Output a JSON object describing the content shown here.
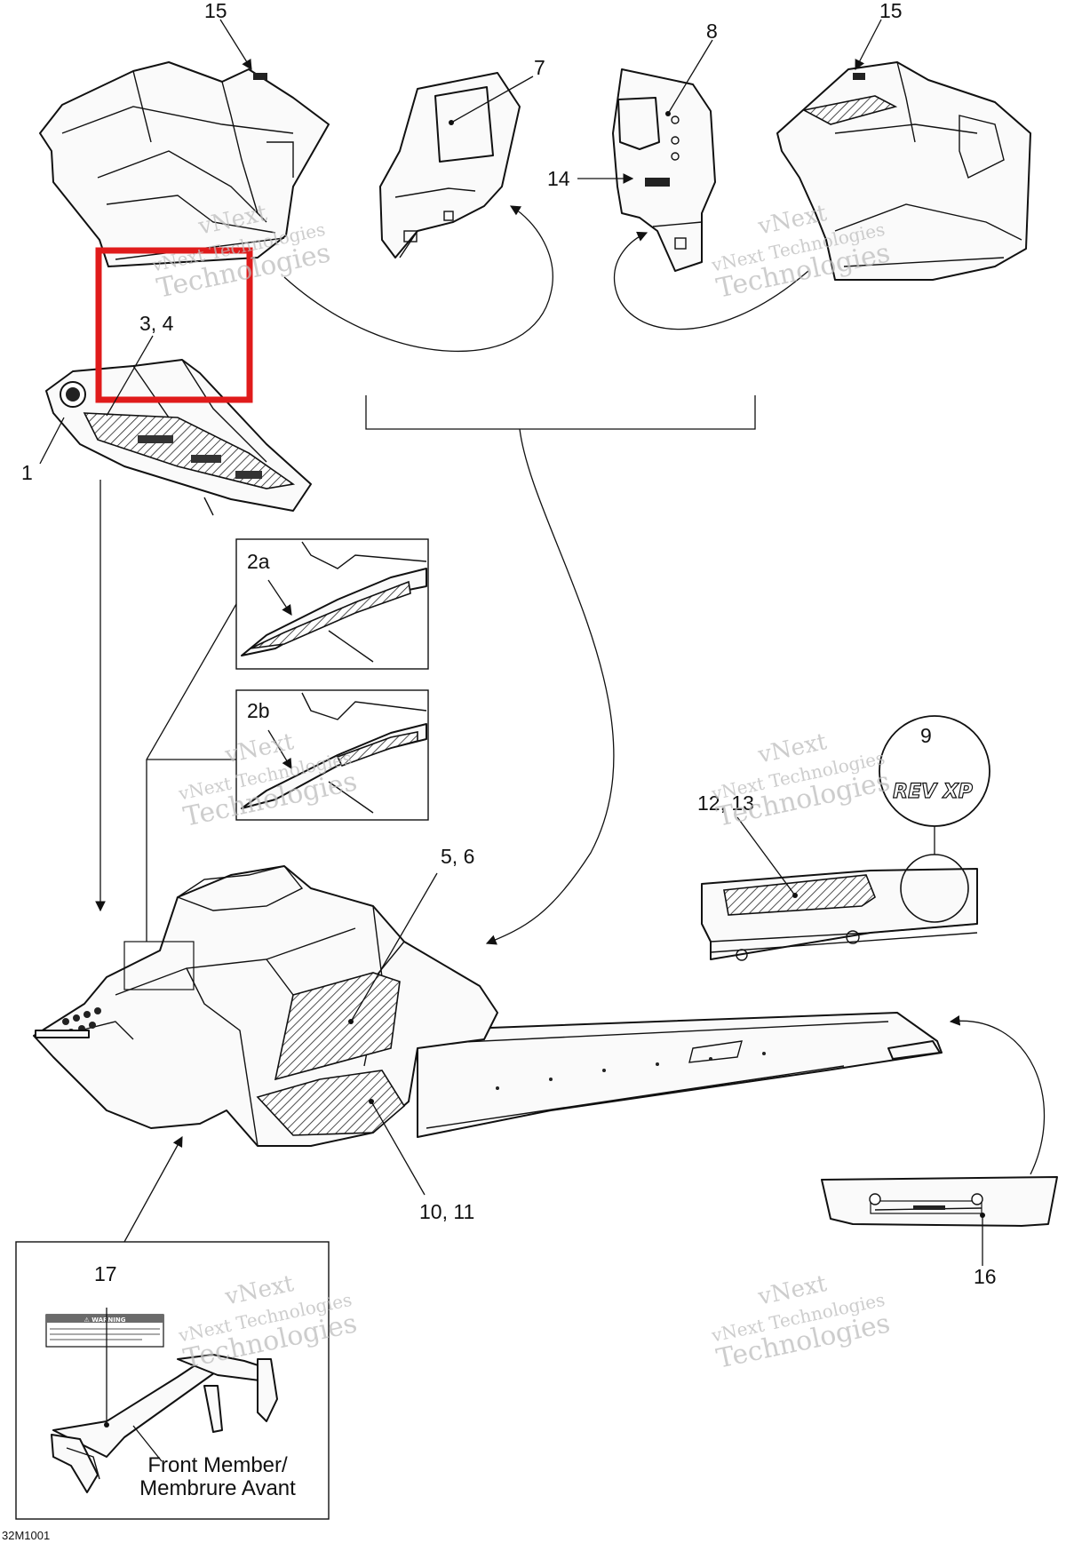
{
  "diagram": {
    "callouts": {
      "c1": "1",
      "c2a": "2a",
      "c2b": "2b",
      "c3_4": "3, 4",
      "c5_6": "5, 6",
      "c7": "7",
      "c8": "8",
      "c9": "9",
      "c10_11": "10, 11",
      "c12_13": "12, 13",
      "c14": "14",
      "c15_left": "15",
      "c15_right": "15",
      "c16": "16",
      "c17": "17"
    },
    "front_member_caption": {
      "line1": "Front Member/",
      "line2": "Membrure Avant"
    },
    "decal_text": {
      "rev_xp": "REV XP",
      "warning": "⚠ WARNING"
    },
    "drawing_code": "32M1001",
    "watermark": {
      "line1": "vNext",
      "line2": "vNext Technologies",
      "line3": "Technologies"
    },
    "highlight_color": "#e01b1b"
  }
}
